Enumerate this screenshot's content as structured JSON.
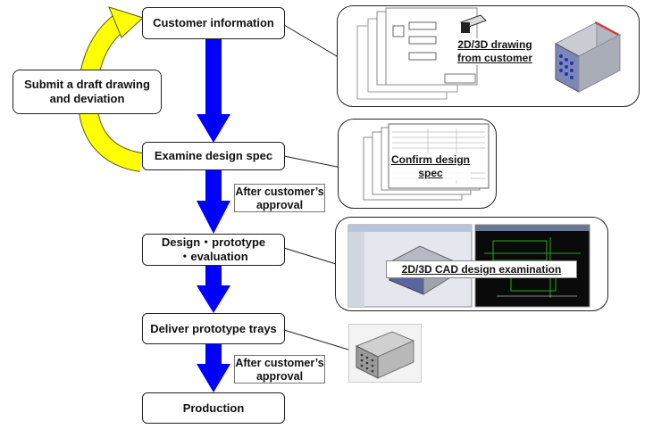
{
  "steps": {
    "customer_info": "Customer information",
    "examine": "Examine design spec",
    "design_line1": "Design・prototype",
    "design_line2": "・evaluation",
    "deliver": "Deliver prototype trays",
    "production": "Production"
  },
  "feedback": {
    "line1": "Submit a draft drawing",
    "line2": "and deviation"
  },
  "approval_notes": [
    {
      "line1": "After customer’s",
      "line2": "approval"
    },
    {
      "line1": "After customer’s",
      "line2": "approval"
    }
  ],
  "captions": {
    "drawing_line1": "2D/3D drawing",
    "drawing_line2": "from customer",
    "confirm_line1": "Confirm design",
    "confirm_line2": "spec",
    "cad": "2D/3D CAD design examination"
  },
  "colors": {
    "flow_arrow": "#0000ff",
    "feedback_arrow": "#ffff00"
  },
  "icons": {
    "drawings": "drawing-sheets-icon",
    "product_3d": "server-tray-icon",
    "spec_sheets": "spec-sheet-stack-icon",
    "cad": "cad-screenshot-icon",
    "prototype": "prototype-tray-photo-icon"
  }
}
